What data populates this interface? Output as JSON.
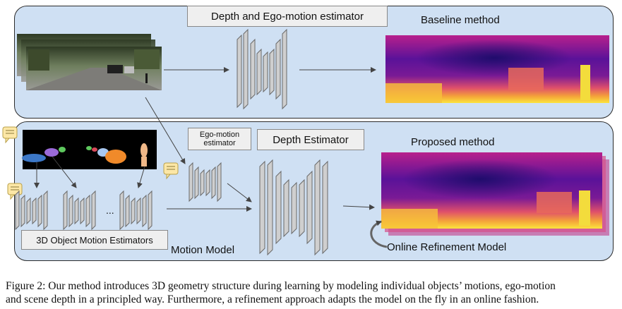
{
  "top_panel": {
    "title": "Depth and Ego-motion estimator",
    "result_label": "Baseline method"
  },
  "bottom_panel": {
    "ego_box": "Ego-motion estimator",
    "depth_box": "Depth Estimator",
    "result_label": "Proposed method",
    "objects_box": "3D Object Motion Estimators",
    "motion_model_label": "Motion Model",
    "refinement_label": "Online Refinement Model",
    "ellipsis": "..."
  },
  "caption": {
    "line1": "Figure 2: Our method introduces 3D geometry structure during learning by modeling individual objects’ motions, ego-motion",
    "line2": "and scene depth in a principled way. Furthermore, a refinement approach adapts the model on the fly in an online fashion."
  },
  "colors": {
    "panel_fill": "#cfe0f3",
    "network_block": "#cfcfcf",
    "note_icon": "#fce7a6",
    "depth_dark": "#2a0f7a",
    "depth_mid": "#b0208a",
    "depth_bright": "#f7d83a"
  }
}
